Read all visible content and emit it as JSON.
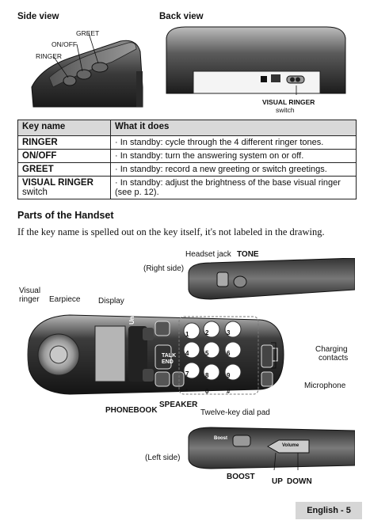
{
  "side_view": {
    "title": "Side view",
    "labels": {
      "greet": "GREET",
      "onoff": "ON/OFF",
      "ringer": "RINGER"
    }
  },
  "back_view": {
    "title": "Back view",
    "switch_label": "VISUAL RINGER",
    "switch_sub": "switch"
  },
  "key_table": {
    "headers": [
      "Key name",
      "What it does"
    ],
    "rows": [
      {
        "key": "RINGER",
        "suffix": "",
        "desc": "· In standby: cycle through the 4 different ringer tones."
      },
      {
        "key": "ON/OFF",
        "suffix": "",
        "desc": "· In standby: turn the answering system on or off."
      },
      {
        "key": "GREET",
        "suffix": "",
        "desc": "· In standby: record a new greeting or switch greetings."
      },
      {
        "key": "VISUAL RINGER",
        "suffix": " switch",
        "desc": "· In standby: adjust the brightness of the base visual ringer (see p. 12)."
      }
    ]
  },
  "parts": {
    "title": "Parts of the Handset",
    "body": "If the key name is spelled out on the key itself, it's not labeled in the drawing."
  },
  "handset": {
    "headset_jack": "Headset jack",
    "tone": "TONE",
    "right_side": "(Right side)",
    "visual_ringer_1": "Visual",
    "visual_ringer_2": "ringer",
    "earpiece": "Earpiece",
    "display": "Display",
    "charging_1": "Charging",
    "charging_2": "contacts",
    "microphone": "Microphone",
    "phonebook": "PHONEBOOK",
    "speaker": "SPEAKER",
    "dial_pad": "Twelve-key dial pad",
    "left_side": "(Left side)",
    "boost": "BOOST",
    "up": "UP",
    "down": "DOWN",
    "brand": "Uniden",
    "talk": "TALK",
    "end": "END",
    "volume": "Volume",
    "boost_key": "Boost",
    "keys": [
      "1",
      "2",
      "3",
      "4",
      "5",
      "6",
      "7",
      "8",
      "9",
      "*",
      "0",
      "#"
    ]
  },
  "footer": "English - 5"
}
